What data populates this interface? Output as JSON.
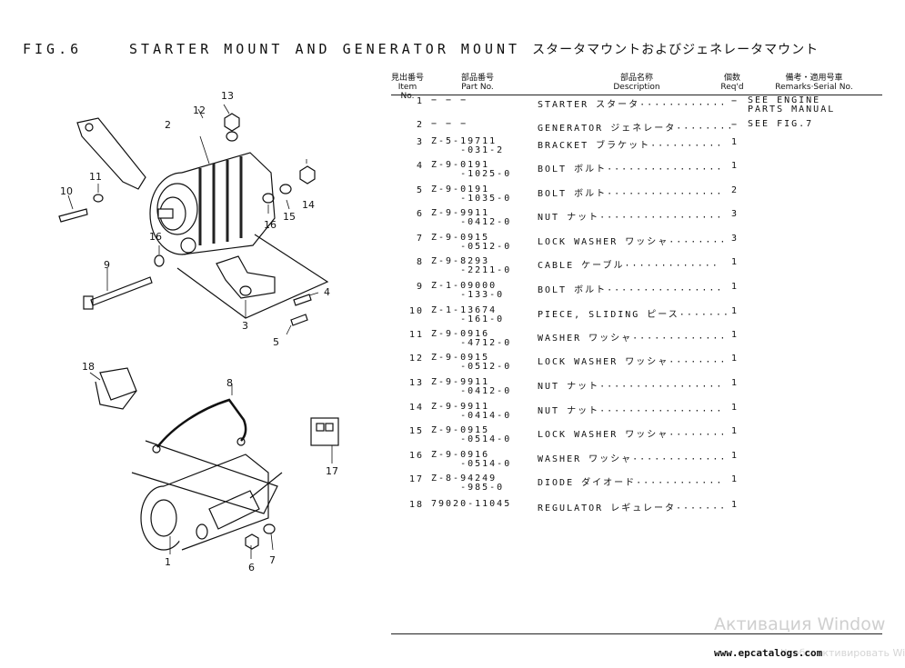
{
  "title": {
    "fig": "FIG.6",
    "en": "STARTER MOUNT AND GENERATOR MOUNT",
    "jp": "スタータマウントおよびジェネレータマウント"
  },
  "headers": {
    "item_jp": "見出番号",
    "item_en": "Item No.",
    "part_jp": "部品番号",
    "part_en": "Part No.",
    "desc_jp": "部品名称",
    "desc_en": "Description",
    "qty_jp": "個数",
    "qty_en": "Req'd",
    "rem_jp": "備考・適用号車",
    "rem_en": "Remarks·Serial No."
  },
  "rows": [
    {
      "no": "1",
      "part": "− − −",
      "desc": "STARTER スタータ············",
      "qty": "−",
      "rem": "SEE ENGINE\nPARTS MANUAL"
    },
    {
      "no": "2",
      "part": "− − −",
      "desc": "GENERATOR ジェネレータ········",
      "qty": "−",
      "rem": "SEE FIG.7"
    },
    {
      "no": "3",
      "part": "Z-5-19711\n    -031-2",
      "desc": "BRACKET ブラケット··········",
      "qty": "1",
      "rem": ""
    },
    {
      "no": "4",
      "part": "Z-9-0191\n    -1025-0",
      "desc": "BOLT ボルト················",
      "qty": "1",
      "rem": ""
    },
    {
      "no": "5",
      "part": "Z-9-0191\n    -1035-0",
      "desc": "BOLT ボルト················",
      "qty": "2",
      "rem": ""
    },
    {
      "no": "6",
      "part": "Z-9-9911\n    -0412-0",
      "desc": "NUT ナット·················",
      "qty": "3",
      "rem": ""
    },
    {
      "no": "7",
      "part": "Z-9-0915\n    -0512-0",
      "desc": "LOCK WASHER ワッシャ········",
      "qty": "3",
      "rem": ""
    },
    {
      "no": "8",
      "part": "Z-9-8293\n    -2211-0",
      "desc": "CABLE ケーブル·············",
      "qty": "1",
      "rem": ""
    },
    {
      "no": "9",
      "part": "Z-1-09000\n    -133-0",
      "desc": "BOLT ボルト················",
      "qty": "1",
      "rem": ""
    },
    {
      "no": "10",
      "part": "Z-1-13674\n    -161-0",
      "desc": "PIECE, SLIDING ピース·······",
      "qty": "1",
      "rem": ""
    },
    {
      "no": "11",
      "part": "Z-9-0916\n    -4712-0",
      "desc": "WASHER ワッシャ·············",
      "qty": "1",
      "rem": ""
    },
    {
      "no": "12",
      "part": "Z-9-0915\n    -0512-0",
      "desc": "LOCK WASHER ワッシャ········",
      "qty": "1",
      "rem": ""
    },
    {
      "no": "13",
      "part": "Z-9-9911\n    -0412-0",
      "desc": "NUT ナット·················",
      "qty": "1",
      "rem": ""
    },
    {
      "no": "14",
      "part": "Z-9-9911\n    -0414-0",
      "desc": "NUT ナット·················",
      "qty": "1",
      "rem": ""
    },
    {
      "no": "15",
      "part": "Z-9-0915\n    -0514-0",
      "desc": "LOCK WASHER ワッシャ········",
      "qty": "1",
      "rem": ""
    },
    {
      "no": "16",
      "part": "Z-9-0916\n    -0514-0",
      "desc": "WASHER ワッシャ·············",
      "qty": "1",
      "rem": ""
    },
    {
      "no": "17",
      "part": "Z-8-94249\n    -985-0",
      "desc": "DIODE ダイオード············",
      "qty": "1",
      "rem": ""
    },
    {
      "no": "18",
      "part": "79020-11045",
      "desc": "REGULATOR レギュレータ·······",
      "qty": "1",
      "rem": ""
    }
  ],
  "callouts": [
    "1",
    "2",
    "3",
    "4",
    "5",
    "6",
    "7",
    "8",
    "9",
    "10",
    "11",
    "12",
    "13",
    "14",
    "15",
    "16",
    "17",
    "18"
  ],
  "footer_url": "www.epcatalogs.com",
  "watermark": "Активация Window",
  "watermark_sub": "Чтобы активировать Windo"
}
